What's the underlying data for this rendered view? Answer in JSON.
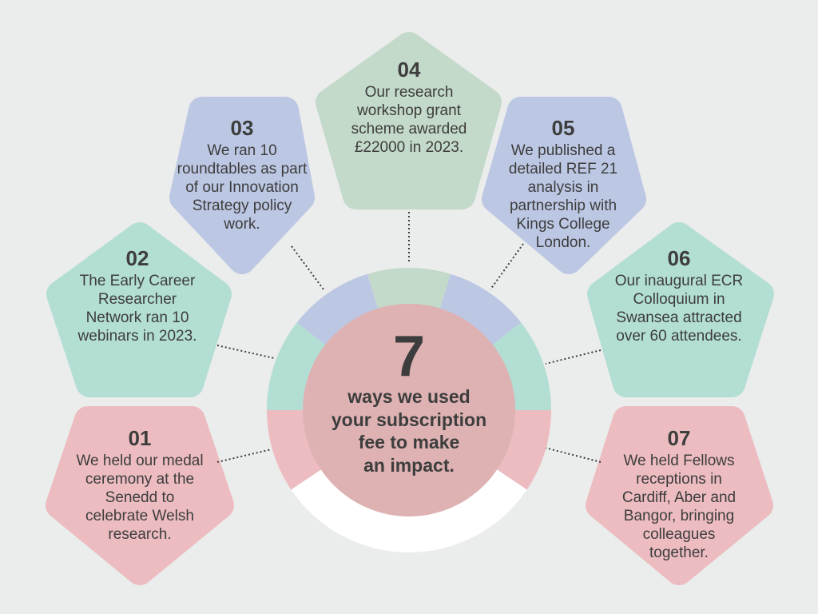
{
  "colors": {
    "background": "#ebecec",
    "pink": "#ecbcc0",
    "green": "#b3ded3",
    "blue": "#bcc7e3",
    "sage": "#c3d9c9",
    "center": "#deb2b3",
    "white": "#ffffff",
    "text": "#3d3d3d"
  },
  "center": {
    "number": "7",
    "lines": [
      "ways we used",
      "your subscription",
      "fee to make",
      "an impact."
    ]
  },
  "items": [
    {
      "number": "01",
      "lines": [
        "We held our medal",
        "ceremony at the",
        "Senedd to",
        "celebrate Welsh",
        "research."
      ]
    },
    {
      "number": "02",
      "lines": [
        "The Early Career",
        "Researcher",
        "Network ran 10",
        "webinars in 2023."
      ]
    },
    {
      "number": "03",
      "lines": [
        "We ran 10",
        "roundtables as part",
        "of our Innovation",
        "Strategy policy",
        "work."
      ]
    },
    {
      "number": "04",
      "lines": [
        "Our research",
        "workshop grant",
        "scheme awarded",
        "£22000 in 2023."
      ]
    },
    {
      "number": "05",
      "lines": [
        "We published a",
        "detailed REF 21",
        "analysis in",
        "partnership with",
        "Kings College",
        "London."
      ]
    },
    {
      "number": "06",
      "lines": [
        "Our inaugural ECR",
        "Colloquium in",
        "Swansea attracted",
        "over 60 attendees."
      ]
    },
    {
      "number": "07",
      "lines": [
        "We held Fellows",
        "receptions in",
        "Cardiff, Aber and",
        "Bangor, bringing",
        "colleagues",
        "together."
      ]
    }
  ]
}
